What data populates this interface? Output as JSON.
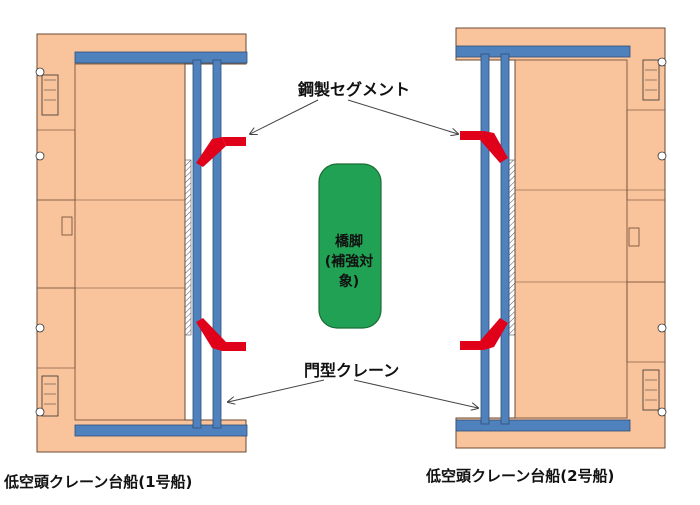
{
  "labels": {
    "steel_segment": "鋼製セグメント",
    "gantry_crane": "門型クレーン",
    "pier_line1": "橋脚",
    "pier_line2": "(補強対象)",
    "barge1": "低空頭クレーン台船(1号船)",
    "barge2": "低空頭クレーン台船(2号船)"
  },
  "colors": {
    "barge_fill": "#F9C39B",
    "barge_stroke": "#6b4a32",
    "crane_blue": "#4F81BD",
    "segment_red": "#E0001A",
    "pier_green": "#21A153",
    "pier_stroke": "#1a6e35"
  }
}
